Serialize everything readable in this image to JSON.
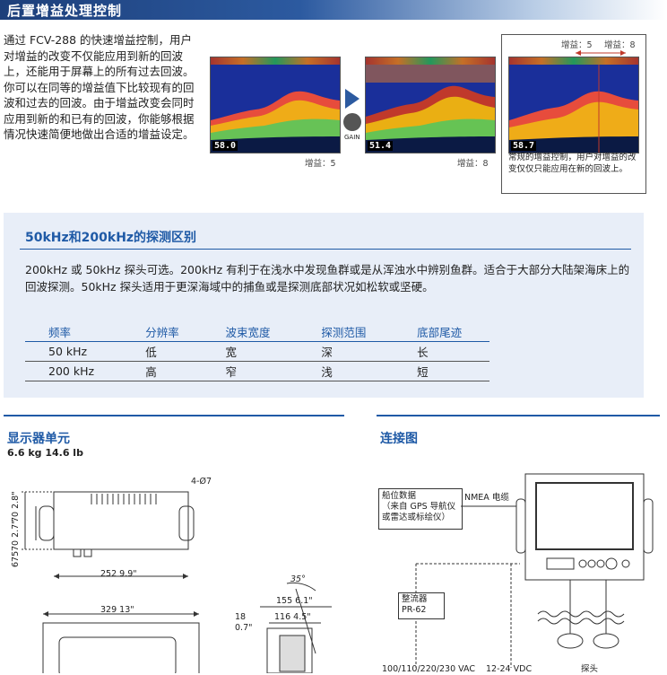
{
  "header": {
    "title": "后置增益处理控制"
  },
  "intro": {
    "text": "通过 FCV-288 的快速增益控制，用户对增益的改变不仅能应用到新的回波上，还能用于屏幕上的所有过去回波。你可以在同等的增益值下比较现有的回波和过去的回波。由于增益改变会同时应用到新的和已有的回波，你能够根据情况快速简便地做出合适的增益设定。"
  },
  "screens": [
    {
      "depth": "58.0",
      "caption": "增益：5"
    },
    {
      "depth": "51.4",
      "caption": "增益：8"
    },
    {
      "depth": "58.7",
      "gain_left": "增益：5",
      "gain_right": "增益：8"
    }
  ],
  "gain_button": {
    "label": "GAIN"
  },
  "note": {
    "text": "常规的增益控制，用户对增益的改变仅仅只能应用在新的回波上。"
  },
  "freq_section": {
    "title": "50kHz和200kHz的探测区别",
    "text": "200kHz 或 50kHz 探头可选。200kHz 有利于在浅水中发现鱼群或是从浑浊水中辨别鱼群。适合于大部分大陆架海床上的回波探测。50kHz 探头适用于更深海域中的捕鱼或是探测底部状况如松软或坚硬。",
    "table": {
      "headers": [
        "频率",
        "分辨率",
        "波束宽度",
        "探测范围",
        "底部尾迹"
      ],
      "rows": [
        [
          "50 kHz",
          "低",
          "宽",
          "深",
          "长"
        ],
        [
          "200 kHz",
          "高",
          "窄",
          "浅",
          "短"
        ]
      ]
    }
  },
  "display_section": {
    "title": "显示器单元",
    "weight": "6.6 kg 14.6 lb",
    "dims": {
      "holes": "4-Ø7",
      "v1": "70 2.8\"",
      "v2": "70 2.7\"",
      "v3": "675",
      "w1": "252 9.9\"",
      "w2": "329 13\"",
      "angle": "35°",
      "d1": "155 6.1\"",
      "d2": "116 4.5\"",
      "d3": "18",
      "d4": "0.7\""
    }
  },
  "connect_section": {
    "title": "连接图",
    "nav_data": "船位数据\n（来自 GPS 导航仪\n或雷达或标绘仪）",
    "nmea": "NMEA 电缆",
    "rectifier": "整流器\nPR-62",
    "ac": "100/110/220/230 VAC",
    "dc": "12-24 VDC",
    "probe": "探头"
  }
}
